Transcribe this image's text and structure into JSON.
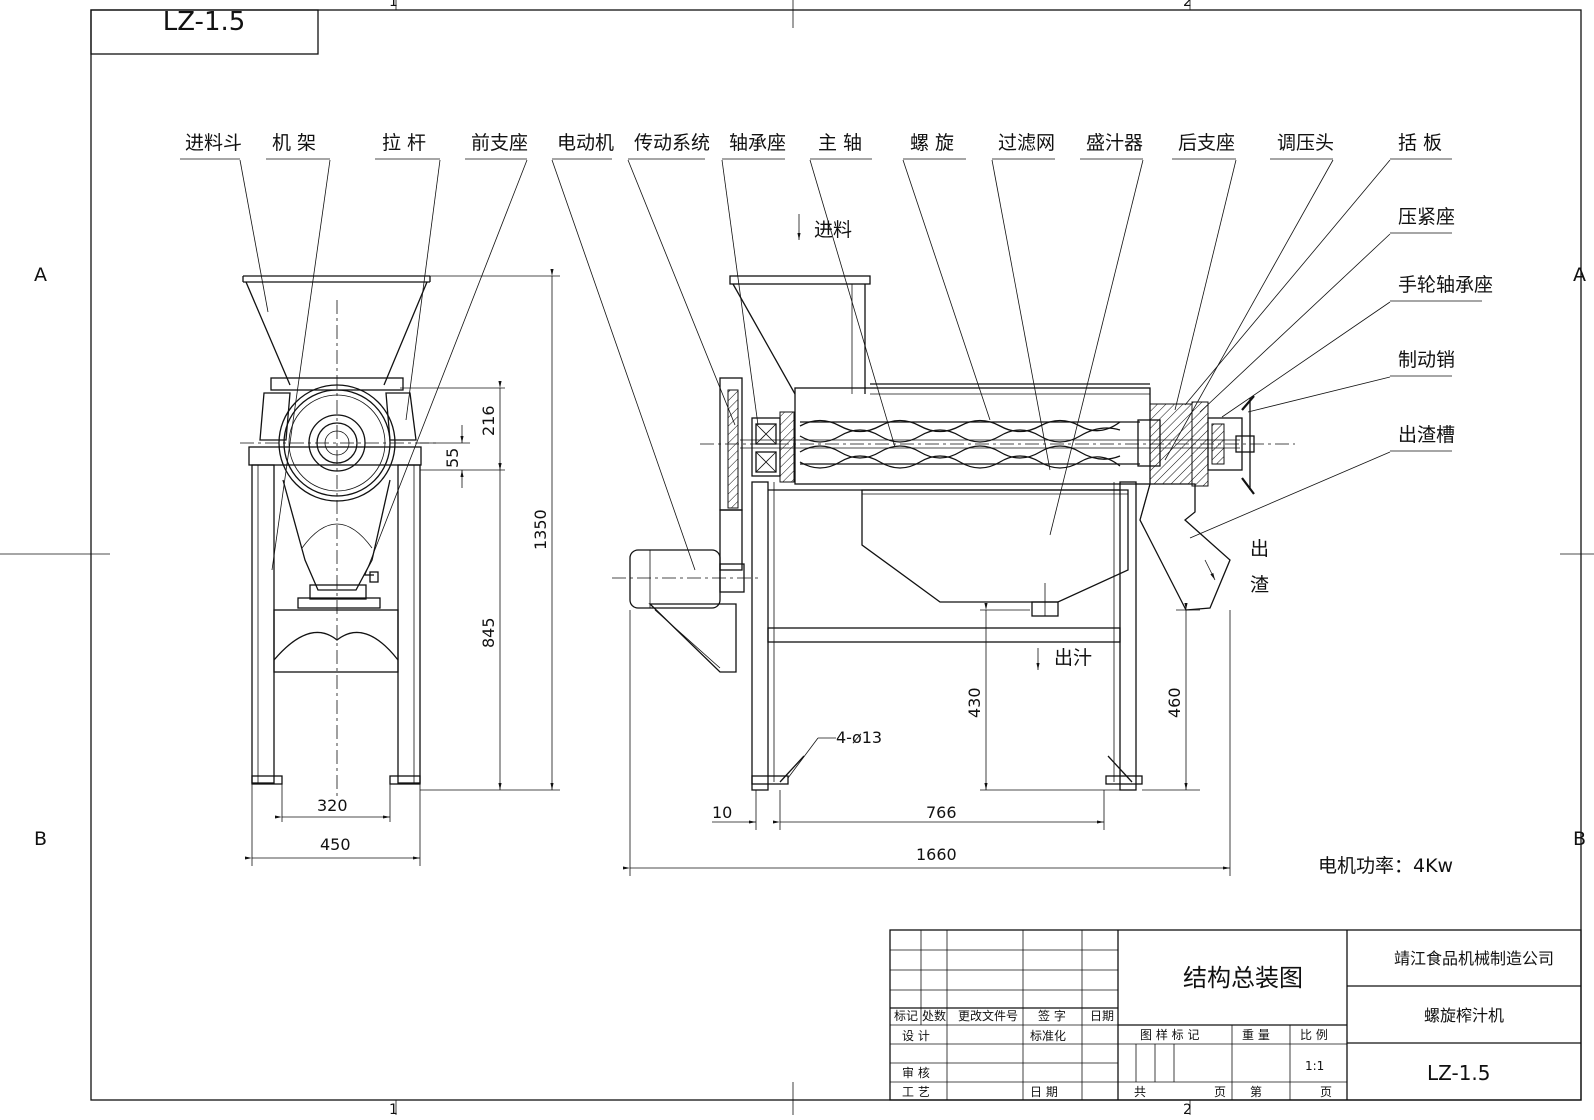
{
  "drawing_code_mirrored": "LZ-1.5",
  "zone_marks": {
    "top_1": "1",
    "top_2": "2",
    "left_a": "A",
    "left_b": "B",
    "right_a": "A",
    "right_b": "B",
    "bottom_1": "1",
    "bottom_2": "2"
  },
  "parts": {
    "hopper": "进料斗",
    "frame": "机 架",
    "tie_rod": "拉 杆",
    "front_support": "前支座",
    "motor": "电动机",
    "transmission": "传动系统",
    "bearing_seat": "轴承座",
    "main_shaft": "主 轴",
    "screw": "螺 旋",
    "filter_screen": "过滤网",
    "juice_tray": "盛汁器",
    "rear_support": "后支座",
    "pressure_head": "调压头",
    "scraper": "括 板",
    "clamp_seat": "压紧座",
    "handwheel_bearing": "手轮轴承座",
    "brake_pin": "制动销",
    "residue_chute": "出渣槽"
  },
  "flow_labels": {
    "feed": "进料",
    "juice_out": "出汁",
    "residue_out_1": "出",
    "residue_out_2": "渣"
  },
  "dimensions": {
    "d216": "216",
    "d55": "55",
    "d1350": "1350",
    "d845": "845",
    "d320": "320",
    "d450": "450",
    "d430": "430",
    "d460": "460",
    "d10": "10",
    "d766": "766",
    "d1660": "1660",
    "holes": "4-ø13"
  },
  "motor_power": "电机功率：4Kw",
  "title_block": {
    "drawing_title": "结构总装图",
    "company": "靖江食品机械制造公司",
    "product": "螺旋榨汁机",
    "code": "LZ-1.5",
    "rev_mark": "标记",
    "rev_count": "处数",
    "change_doc": "更改文件号",
    "signature": "签 字",
    "date": "日期",
    "design": "设 计",
    "standardize": "标准化",
    "review": "审 核",
    "process": "工 艺",
    "date2": "日 期",
    "stage_mark": "图 样 标 记",
    "weight": "重 量",
    "scale_label": "比 例",
    "scale": "1:1",
    "total": "共",
    "sheet_unit1": "页",
    "sheet_no": "第",
    "sheet_unit2": "页"
  }
}
